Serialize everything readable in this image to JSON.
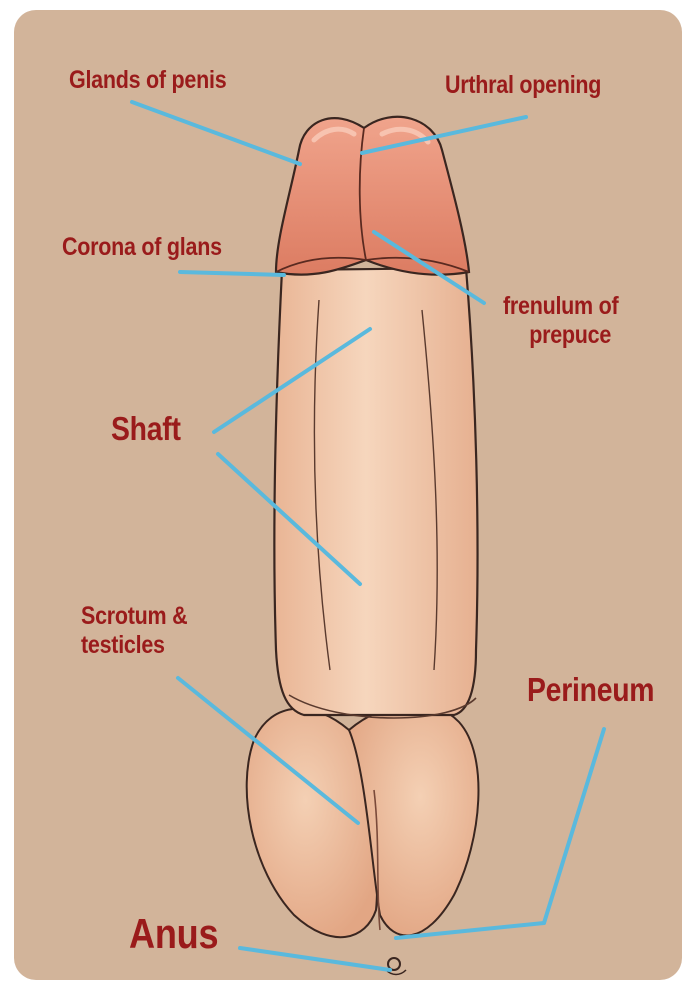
{
  "colors": {
    "background": "#d2b49a",
    "label_text": "#9a1b1b",
    "leader_line": "#5ab9dd",
    "skin": "#f0c7a6",
    "glans": "#e58a72",
    "outline": "#3a2620"
  },
  "labels": {
    "glans": "Glands of penis",
    "urethral_opening": "Urthral opening",
    "corona": "Corona of glans",
    "frenulum_line1": "frenulum of",
    "frenulum_line2": "prepuce",
    "shaft": "Shaft",
    "scrotum_line1": "Scrotum &",
    "scrotum_line2": "testicles",
    "perineum": "Perineum",
    "anus": "Anus"
  }
}
